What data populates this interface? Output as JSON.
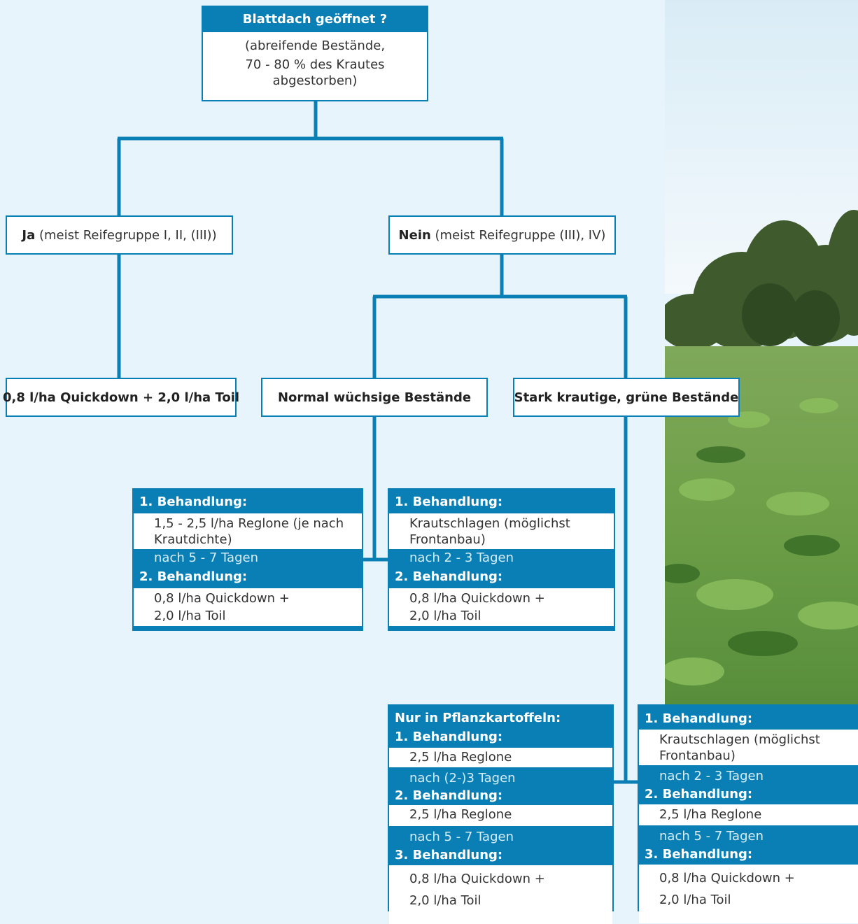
{
  "colors": {
    "accent": "#0a7fb5",
    "background": "#e7f4fb"
  },
  "root": {
    "title": "Blattdach geöffnet ?",
    "lines": [
      "(abreifende Bestände,",
      "70 - 80 % des Krautes",
      "abgestorben)"
    ]
  },
  "yes": {
    "bold": "Ja",
    "rest": " (meist Reifegruppe I, II, (III))"
  },
  "no": {
    "bold": "Nein",
    "rest": " (meist Reifegruppe (III), IV)"
  },
  "yes_result": "0,8 l/ha Quickdown + 2,0 l/ha Toil",
  "normal": "Normal wüchsige Bestände",
  "strong": "Stark krautige, grüne Bestände",
  "normal_treatment": {
    "t1_header": "1. Behandlung:",
    "t1_lines": [
      "1,5 - 2,5 l/ha Reglone (je nach",
      "Krautdichte)"
    ],
    "wait": "nach 5 - 7 Tagen",
    "t2_header": "2. Behandlung:",
    "t2_lines": [
      "0,8 l/ha Quickdown +",
      "2,0 l/ha Toil"
    ]
  },
  "strong_treatment": {
    "t1_header": "1. Behandlung:",
    "t1_lines": [
      "Krautschlagen (möglichst",
      "Frontanbau)"
    ],
    "wait": "nach 2 - 3 Tagen",
    "t2_header": "2. Behandlung:",
    "t2_lines": [
      "0,8 l/ha Quickdown +",
      "2,0 l/ha Toil"
    ]
  },
  "pflanz_treatment": {
    "intro": "Nur in Pflanzkartoffeln:",
    "t1_header": "1. Behandlung:",
    "t1_line": "2,5 l/ha Reglone",
    "wait1": "nach (2-)3 Tagen",
    "t2_header": "2. Behandlung:",
    "t2_line": "2,5 l/ha Reglone",
    "wait2": "nach 5 - 7 Tagen",
    "t3_header": "3. Behandlung:",
    "t3_lines": [
      "0,8 l/ha Quickdown +",
      "2,0 l/ha Toil"
    ]
  },
  "strong_three_treatment": {
    "t1_header": "1. Behandlung:",
    "t1_lines": [
      "Krautschlagen (möglichst",
      "Frontanbau)"
    ],
    "wait1": "nach 2 - 3 Tagen",
    "t2_header": "2. Behandlung:",
    "t2_line": "2,5 l/ha Reglone",
    "wait2": "nach 5 - 7 Tagen",
    "t3_header": "3. Behandlung:",
    "t3_lines": [
      "0,8 l/ha Quickdown +",
      "2,0 l/ha Toil"
    ]
  }
}
